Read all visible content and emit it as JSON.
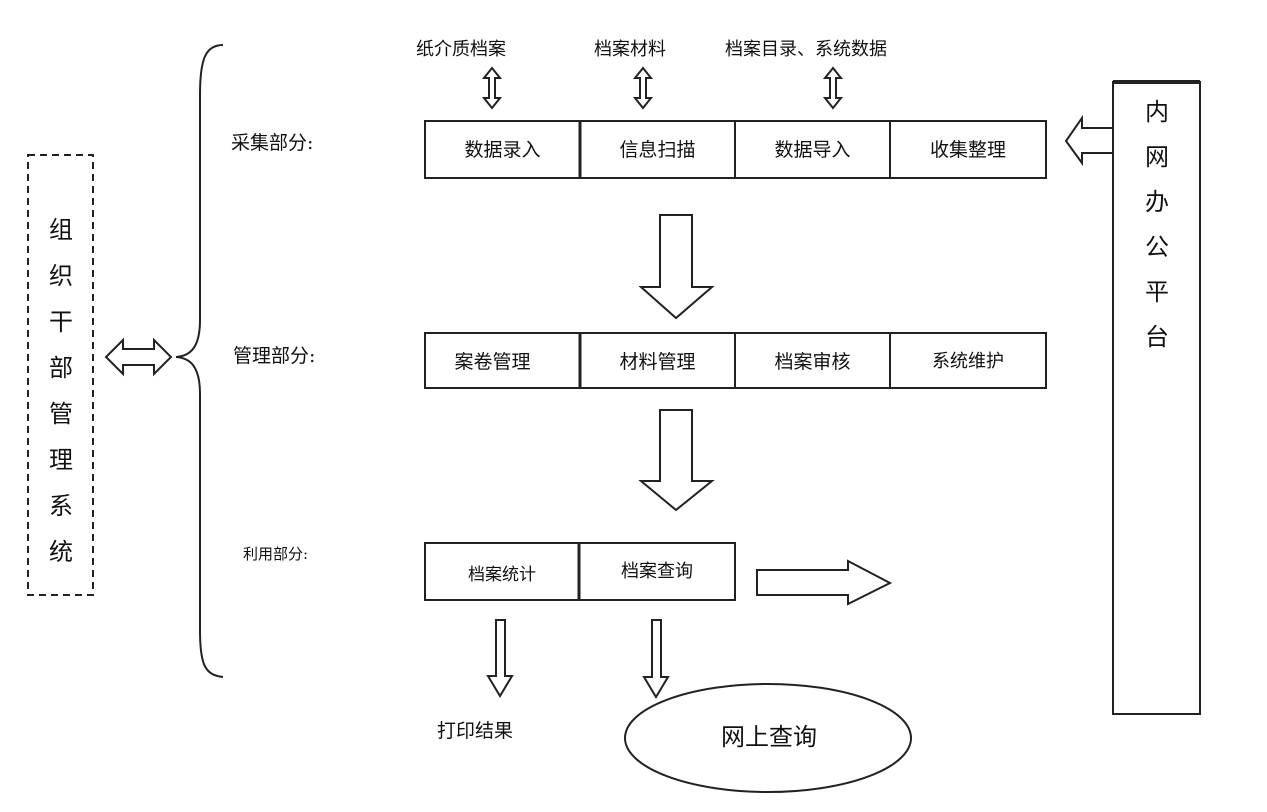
{
  "left_system": {
    "title": "组织干部管理系统",
    "chars": [
      "组",
      "织",
      "干",
      "部",
      "管",
      "理",
      "系",
      "统"
    ]
  },
  "right_platform": {
    "title": "内网办公平台",
    "chars": [
      "内",
      "网",
      "办",
      "公",
      "平",
      "台"
    ]
  },
  "sources": [
    "纸介质档案",
    "档案材料",
    "档案目录、系统数据"
  ],
  "sections": {
    "collect": {
      "label": "采集部分:",
      "cells": [
        "数据录入",
        "信息扫描",
        "数据导入",
        "收集整理"
      ]
    },
    "manage": {
      "label": "管理部分:",
      "cells": [
        "案卷管理",
        "材料管理",
        "档案审核",
        "系统维护"
      ]
    },
    "use": {
      "label": "利用部分:",
      "cells": [
        "档案统计",
        "档案查询"
      ]
    }
  },
  "outputs": {
    "print": "打印结果",
    "online": "网上查询"
  }
}
